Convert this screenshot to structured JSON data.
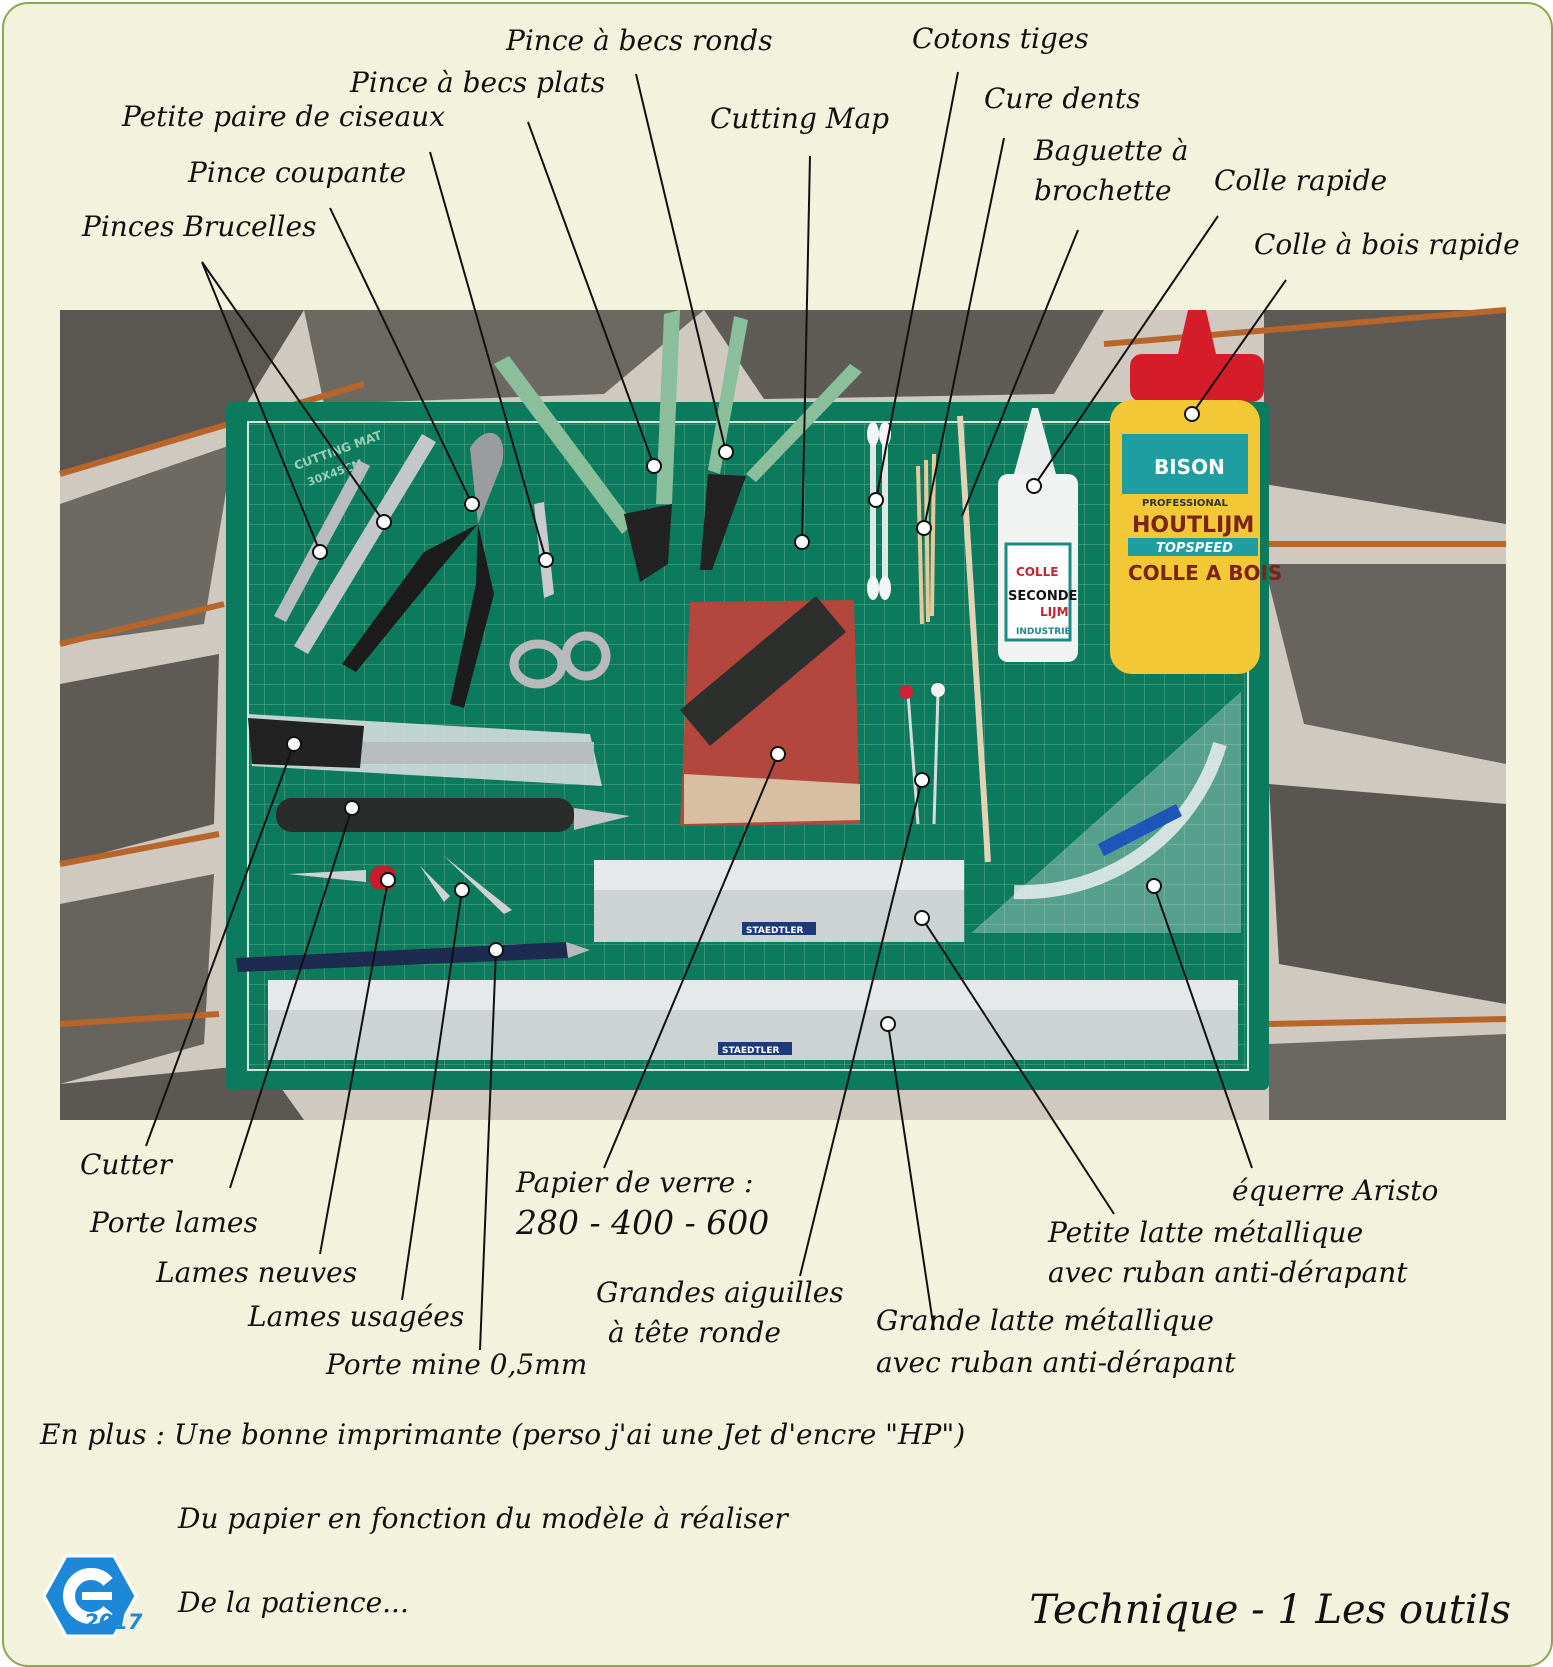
{
  "labels": {
    "pince_becs_ronds": "Pince à becs ronds",
    "cotons_tiges": "Cotons tiges",
    "pince_becs_plats": "Pince à becs plats",
    "cure_dents": "Cure dents",
    "petite_ciseaux": "Petite paire de ciseaux",
    "cutting_map": "Cutting Map",
    "baguette_1": "Baguette à",
    "baguette_2": "brochette",
    "colle_rapide": "Colle rapide",
    "pince_coupante": "Pince coupante",
    "colle_bois": "Colle à bois rapide",
    "pinces_brucelles": "Pinces Brucelles",
    "cutter": "Cutter",
    "porte_lames": "Porte lames",
    "lames_neuves": "Lames neuves",
    "lames_usagees": "Lames usagées",
    "porte_mine": "Porte mine 0,5mm",
    "papier_verre_1": "Papier de verre :",
    "papier_verre_2": "280 - 400 - 600",
    "aiguilles_1": "Grandes aiguilles",
    "aiguilles_2": "à tête ronde",
    "grande_latte_1": "Grande latte métallique",
    "grande_latte_2": "avec ruban anti-dérapant",
    "petite_latte_1": "Petite latte métallique",
    "petite_latte_2": "avec ruban anti-dérapant",
    "equerre": "équerre Aristo"
  },
  "extras": {
    "line1": "En plus : Une bonne imprimante (perso j'ai une Jet d'encre \"HP\")",
    "line2": "Du papier en fonction du modèle à réaliser",
    "line3": "De la patience..."
  },
  "photo_text": {
    "mat_label_1": "CUTTING MAT",
    "mat_label_2": "30X45CM",
    "glue_brand": "BISON",
    "wood_glue_1": "PROFESSIONAL",
    "wood_glue_2": "HOUTLIJM",
    "wood_glue_3": "TOPSPEED",
    "wood_glue_4": "COLLE A BOIS",
    "super_glue_1": "COLLE",
    "super_glue_2": "SECONDE",
    "super_glue_3": "LIJM",
    "super_glue_4": "INDUSTRIE",
    "ruler_brand": "STAEDTLER"
  },
  "title": "Technique - 1  Les outils",
  "logo_year": "2017",
  "colors": {
    "mat": "#0c7a5c",
    "accent_logo": "#1e88d8",
    "border": "#8aa84f",
    "background": "#f3f3dd"
  }
}
